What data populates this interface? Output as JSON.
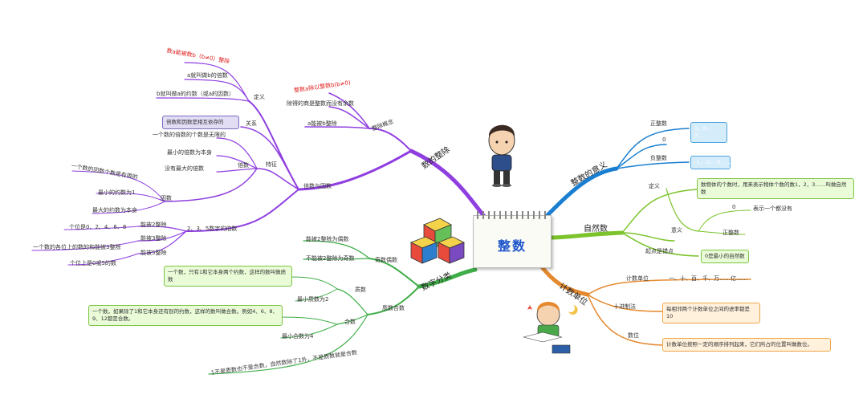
{
  "center": {
    "title": "整数"
  },
  "branches": {
    "divisibility": "数的整除",
    "natural": "自然数",
    "meaning": "整数的意义",
    "units": "计数单位",
    "classification": "数字分类"
  },
  "divisibility": {
    "concept": "整除概念",
    "concept_def_red": "整数a除以整数b(b≠0)",
    "concept_quotient": "除得的商是整数而没有余数",
    "concept_divisible": "a能被b整除",
    "factors_multiples": "倍数与因数",
    "definition": "定义",
    "def_red": "数a能被数b（b≠0）整除",
    "def_multiple": "a就叫做b的倍数",
    "def_factor": "b就叫做a的约数（或a的因数）",
    "relation": "关系",
    "relation_box": "倍数和因数是相互依存的",
    "features": "特征",
    "multiples": "倍数",
    "mult_1": "一个数的倍数的个数是无限的",
    "mult_2": "最小的倍数为本身",
    "mult_3": "没有最大的倍数",
    "factors": "因数",
    "fac_1": "一个数的因数个数是有限的",
    "fac_2": "最小的约数为1",
    "fac_3": "最大的约数为本身",
    "multiples_235": "2、3、5数字的倍数",
    "div2": "能被2整除",
    "div2_desc": "个位是0、2、4、6、8",
    "div3": "能被3整除",
    "div3_desc": "一个数的各位上的数的和能被3整除",
    "div5": "能被5整除",
    "div5_desc": "个位上是0或5的数"
  },
  "meaning": {
    "positive": "正整数",
    "positive_box": "1，2，3……",
    "zero": "0",
    "negative": "负整数",
    "negative_box": "-1，-2，-3……"
  },
  "natural": {
    "definition": "定义",
    "def_box": "数物体的个数时，用来表示物体个数的数1，2，3……叫做自然数",
    "meaning": "意义",
    "zero": "0",
    "zero_desc": "表示一个都没有",
    "positive": "正整数",
    "feature": "起点是错点",
    "feature_box": "0是最小的自然数"
  },
  "units": {
    "counting_unit": "计数单位",
    "unit_list": "一、十、百、千、万……亿……",
    "decimal": "十进制法",
    "decimal_box": "每相邻两个计数单位之间的进率都是10",
    "place": "数位",
    "place_box": "计数单位按照一定的顺序排列起来，它们所占的位置叫做数位。"
  },
  "classification": {
    "odd_even": "奇数偶数",
    "even": "能被2整除为偶数",
    "odd": "不能被2整除为奇数",
    "prime_composite": "质数合数",
    "prime": "质数",
    "prime_box": "一个数，只有1和它本身两个约数，这样的数叫做质数",
    "prime_min": "最小质数为2",
    "composite": "合数",
    "composite_box": "一个数，如果除了1和它本身还有别的约数，这样的数叫做合数。例如4、6、8、9、12都是合数。",
    "composite_min": "最小合数为4",
    "one": "1不是质数也不是合数，自然数除了1外，不是质数就是合数"
  },
  "colors": {
    "divisibility": "#8f3fe0",
    "meaning": "#1a7fd0",
    "natural": "#7cc32c",
    "units": "#e5892f",
    "classification": "#3fae49",
    "center_title": "#1d55c9"
  }
}
